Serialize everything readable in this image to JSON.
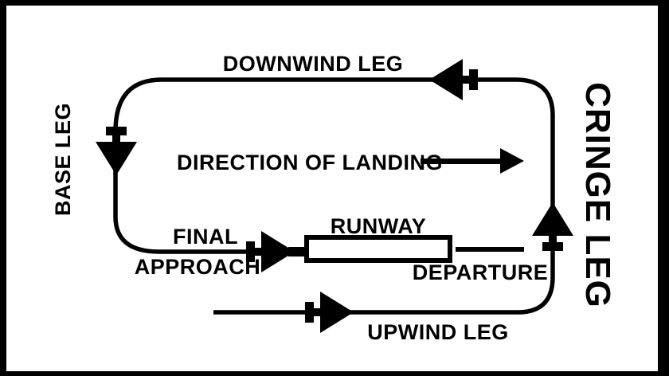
{
  "diagram": {
    "type": "airport-traffic-pattern",
    "colors": {
      "ink": "#000000",
      "paper": "#ffffff"
    },
    "labels": {
      "downwind_leg": "DOWNWIND LEG",
      "base_leg": "BASE LEG",
      "direction_of_landing": "DIRECTION OF LANDING",
      "final_line1": "FINAL",
      "final_line2": "APPROACH",
      "runway": "RUNWAY",
      "departure": "DEPARTURE",
      "crosswind_leg": "CRINGE LEG",
      "upwind_leg": "UPWIND LEG"
    },
    "icons": {
      "airplane": "airplane-icon",
      "direction_arrow": "arrow-right-icon"
    }
  }
}
